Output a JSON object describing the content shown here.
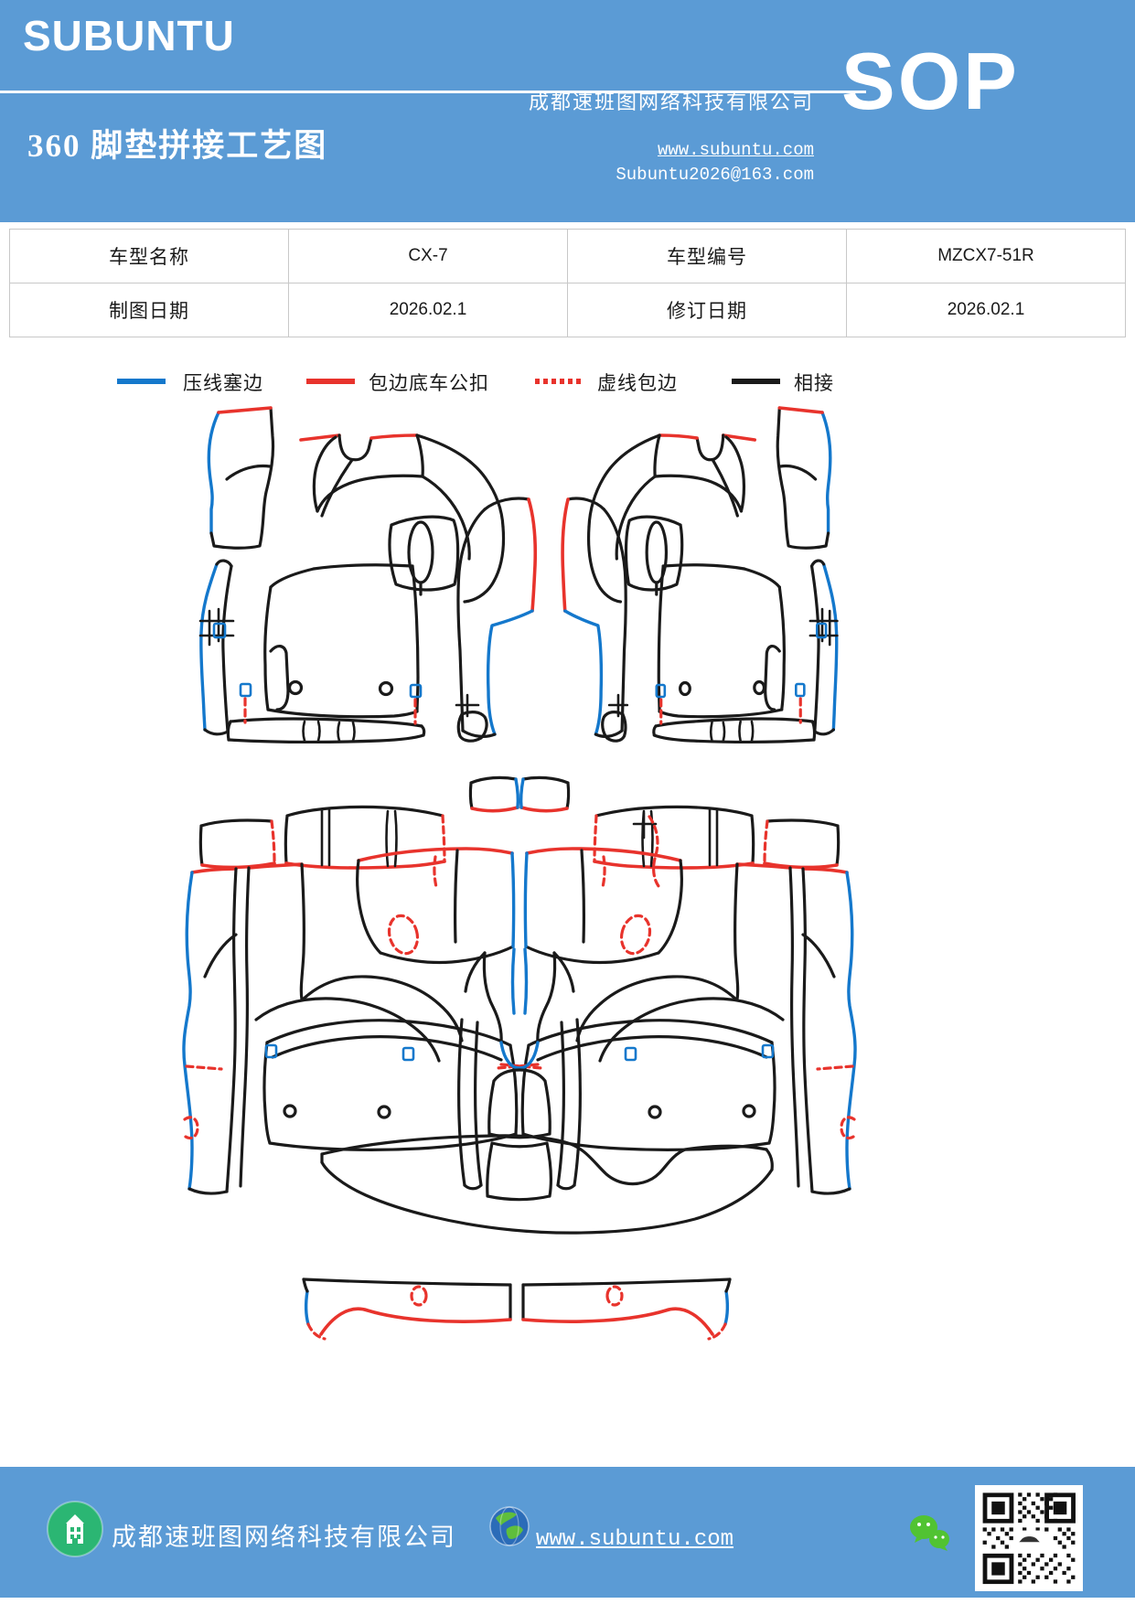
{
  "header": {
    "brand": "SUBUNTU",
    "title": "360 脚垫拼接工艺图",
    "company": "成都速班图网络科技有限公司",
    "badge": "SOP",
    "website": "www.subuntu.com",
    "email": "Subuntu2026@163.com"
  },
  "info_table": {
    "rows": [
      {
        "label1": "车型名称",
        "value1": "CX-7",
        "label2": "车型编号",
        "value2": "MZCX7-51R"
      },
      {
        "label1": "制图日期",
        "value1": "2026.02.1",
        "label2": "修订日期",
        "value2": "2026.02.1"
      }
    ]
  },
  "legend": {
    "items": [
      {
        "label": "压线塞边",
        "color": "#1478CC",
        "style": "solid"
      },
      {
        "label": "包边底车公扣",
        "color": "#E8332C",
        "style": "solid"
      },
      {
        "label": "虚线包边",
        "color": "#E8332C",
        "style": "dotted"
      },
      {
        "label": "相接",
        "color": "#111111",
        "style": "solid"
      }
    ]
  },
  "diagrams": {
    "top": "front floor mat pieces (left and right groups)",
    "bottom": "rear floor mat and trunk pieces"
  },
  "footer": {
    "company": "成都速班图网络科技有限公司",
    "website": "www.subuntu.com"
  },
  "colors": {
    "header_blue": "#5B9BD5",
    "line_blue": "#1478CC",
    "line_red": "#E8332C",
    "line_black": "#1A1A1A",
    "table_border": "#C8C8C8",
    "footer_icon_green": "#2BB673",
    "wechat_green": "#51C332"
  }
}
